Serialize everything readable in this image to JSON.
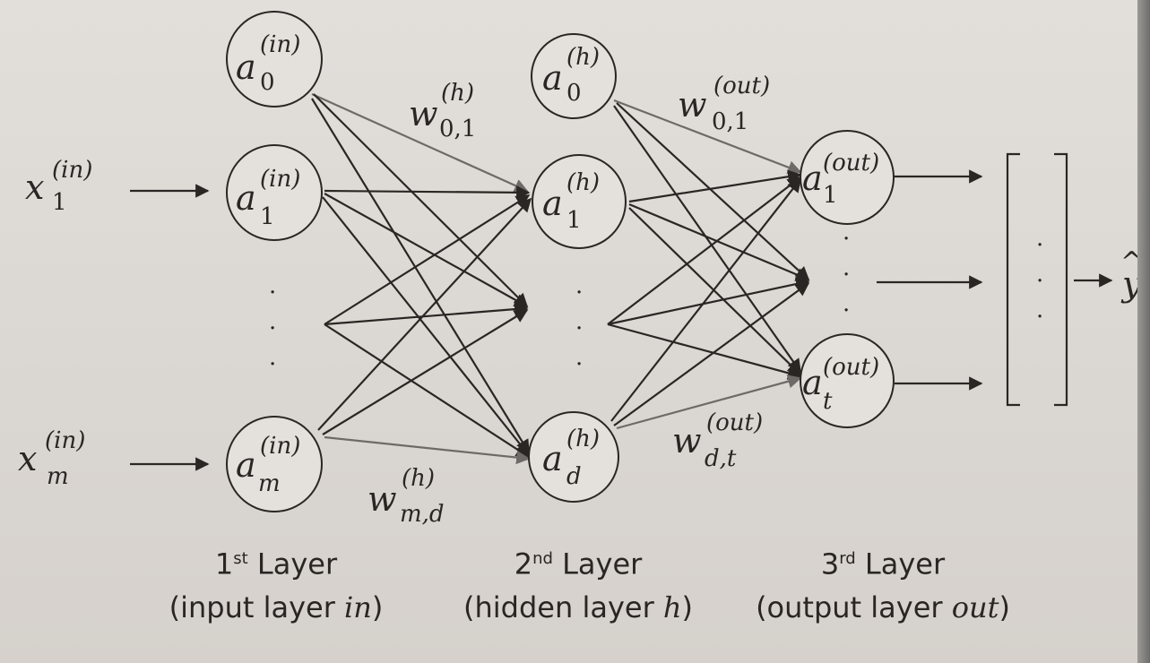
{
  "inputs": [
    {
      "base": "x",
      "sub": "1",
      "sup": "(in)"
    },
    {
      "base": "x",
      "sub": "m",
      "sup": "(in)"
    }
  ],
  "layer1_nodes": [
    {
      "base": "a",
      "sub": "0",
      "sup": "(in)"
    },
    {
      "base": "a",
      "sub": "1",
      "sup": "(in)"
    },
    {
      "base": "a",
      "sub": "m",
      "sup": "(in)"
    }
  ],
  "layer2_nodes": [
    {
      "base": "a",
      "sub": "0",
      "sup": "(h)"
    },
    {
      "base": "a",
      "sub": "1",
      "sup": "(h)"
    },
    {
      "base": "a",
      "sub": "d",
      "sup": "(h)"
    }
  ],
  "layer3_nodes": [
    {
      "base": "a",
      "sub": "1",
      "sup": "(out)"
    },
    {
      "base": "a",
      "sub": "t",
      "sup": "(out)"
    }
  ],
  "weights": {
    "w_h_01": {
      "base": "w",
      "sub": "0,1",
      "sup": "(h)"
    },
    "w_h_md": {
      "base": "w",
      "sub": "m,d",
      "sup": "(h)"
    },
    "w_out_01": {
      "base": "w",
      "sub": "0,1",
      "sup": "(out)"
    },
    "w_out_dt": {
      "base": "w",
      "sub": "d,t",
      "sup": "(out)"
    }
  },
  "output": {
    "base": "y",
    "hat": "^"
  },
  "dots": "·",
  "layers": [
    {
      "ordinal_num": "1",
      "ordinal_suffix": "st",
      "name": "Layer",
      "desc_prefix": "(input layer ",
      "desc_var": "in",
      "desc_suffix": ")"
    },
    {
      "ordinal_num": "2",
      "ordinal_suffix": "nd",
      "name": "Layer",
      "desc_prefix": "(hidden layer ",
      "desc_var": "h",
      "desc_suffix": ")"
    },
    {
      "ordinal_num": "3",
      "ordinal_suffix": "rd",
      "name": "Layer",
      "desc_prefix": "(output layer ",
      "desc_var": "out",
      "desc_suffix": ")"
    }
  ]
}
